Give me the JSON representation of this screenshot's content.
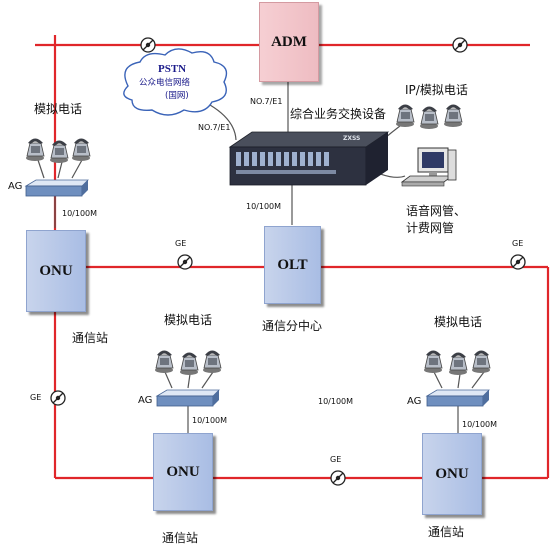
{
  "title": "综合业务交换设备",
  "adm": "ADM",
  "pstn": {
    "title": "PSTN",
    "line1": "公众电信网络",
    "line2": "(国网)"
  },
  "links": {
    "no7_top": "NO.7/E1",
    "no7_left": "NO.7/E1"
  },
  "ip_phone": "IP/模拟电话",
  "mgmt": {
    "line1": "语音网管、",
    "line2": "计费网管"
  },
  "olt": {
    "label": "OLT",
    "caption": "通信分中心",
    "uplink": "10/100M"
  },
  "left_site": {
    "phone": "模拟电话",
    "ag": "AG",
    "rate": "10/100M",
    "onu": "ONU",
    "caption": "通信站"
  },
  "mid_site": {
    "phone": "模拟电话",
    "ag": "AG",
    "rate": "10/100M",
    "onu": "ONU",
    "caption": "通信站"
  },
  "right_site": {
    "phone": "模拟电话",
    "ag": "AG",
    "rate": "10/100M",
    "onu": "ONU",
    "caption": "通信站"
  },
  "center_rate": "10/100M",
  "ge": {
    "g1": "GE",
    "g2": "GE",
    "g3": "GE",
    "g4": "GE"
  },
  "device_brand": "ZXSS",
  "colors": {
    "ring": "#e0262a",
    "link": "#555555",
    "box": "#a9bde4",
    "adm": "#eebcc2"
  }
}
